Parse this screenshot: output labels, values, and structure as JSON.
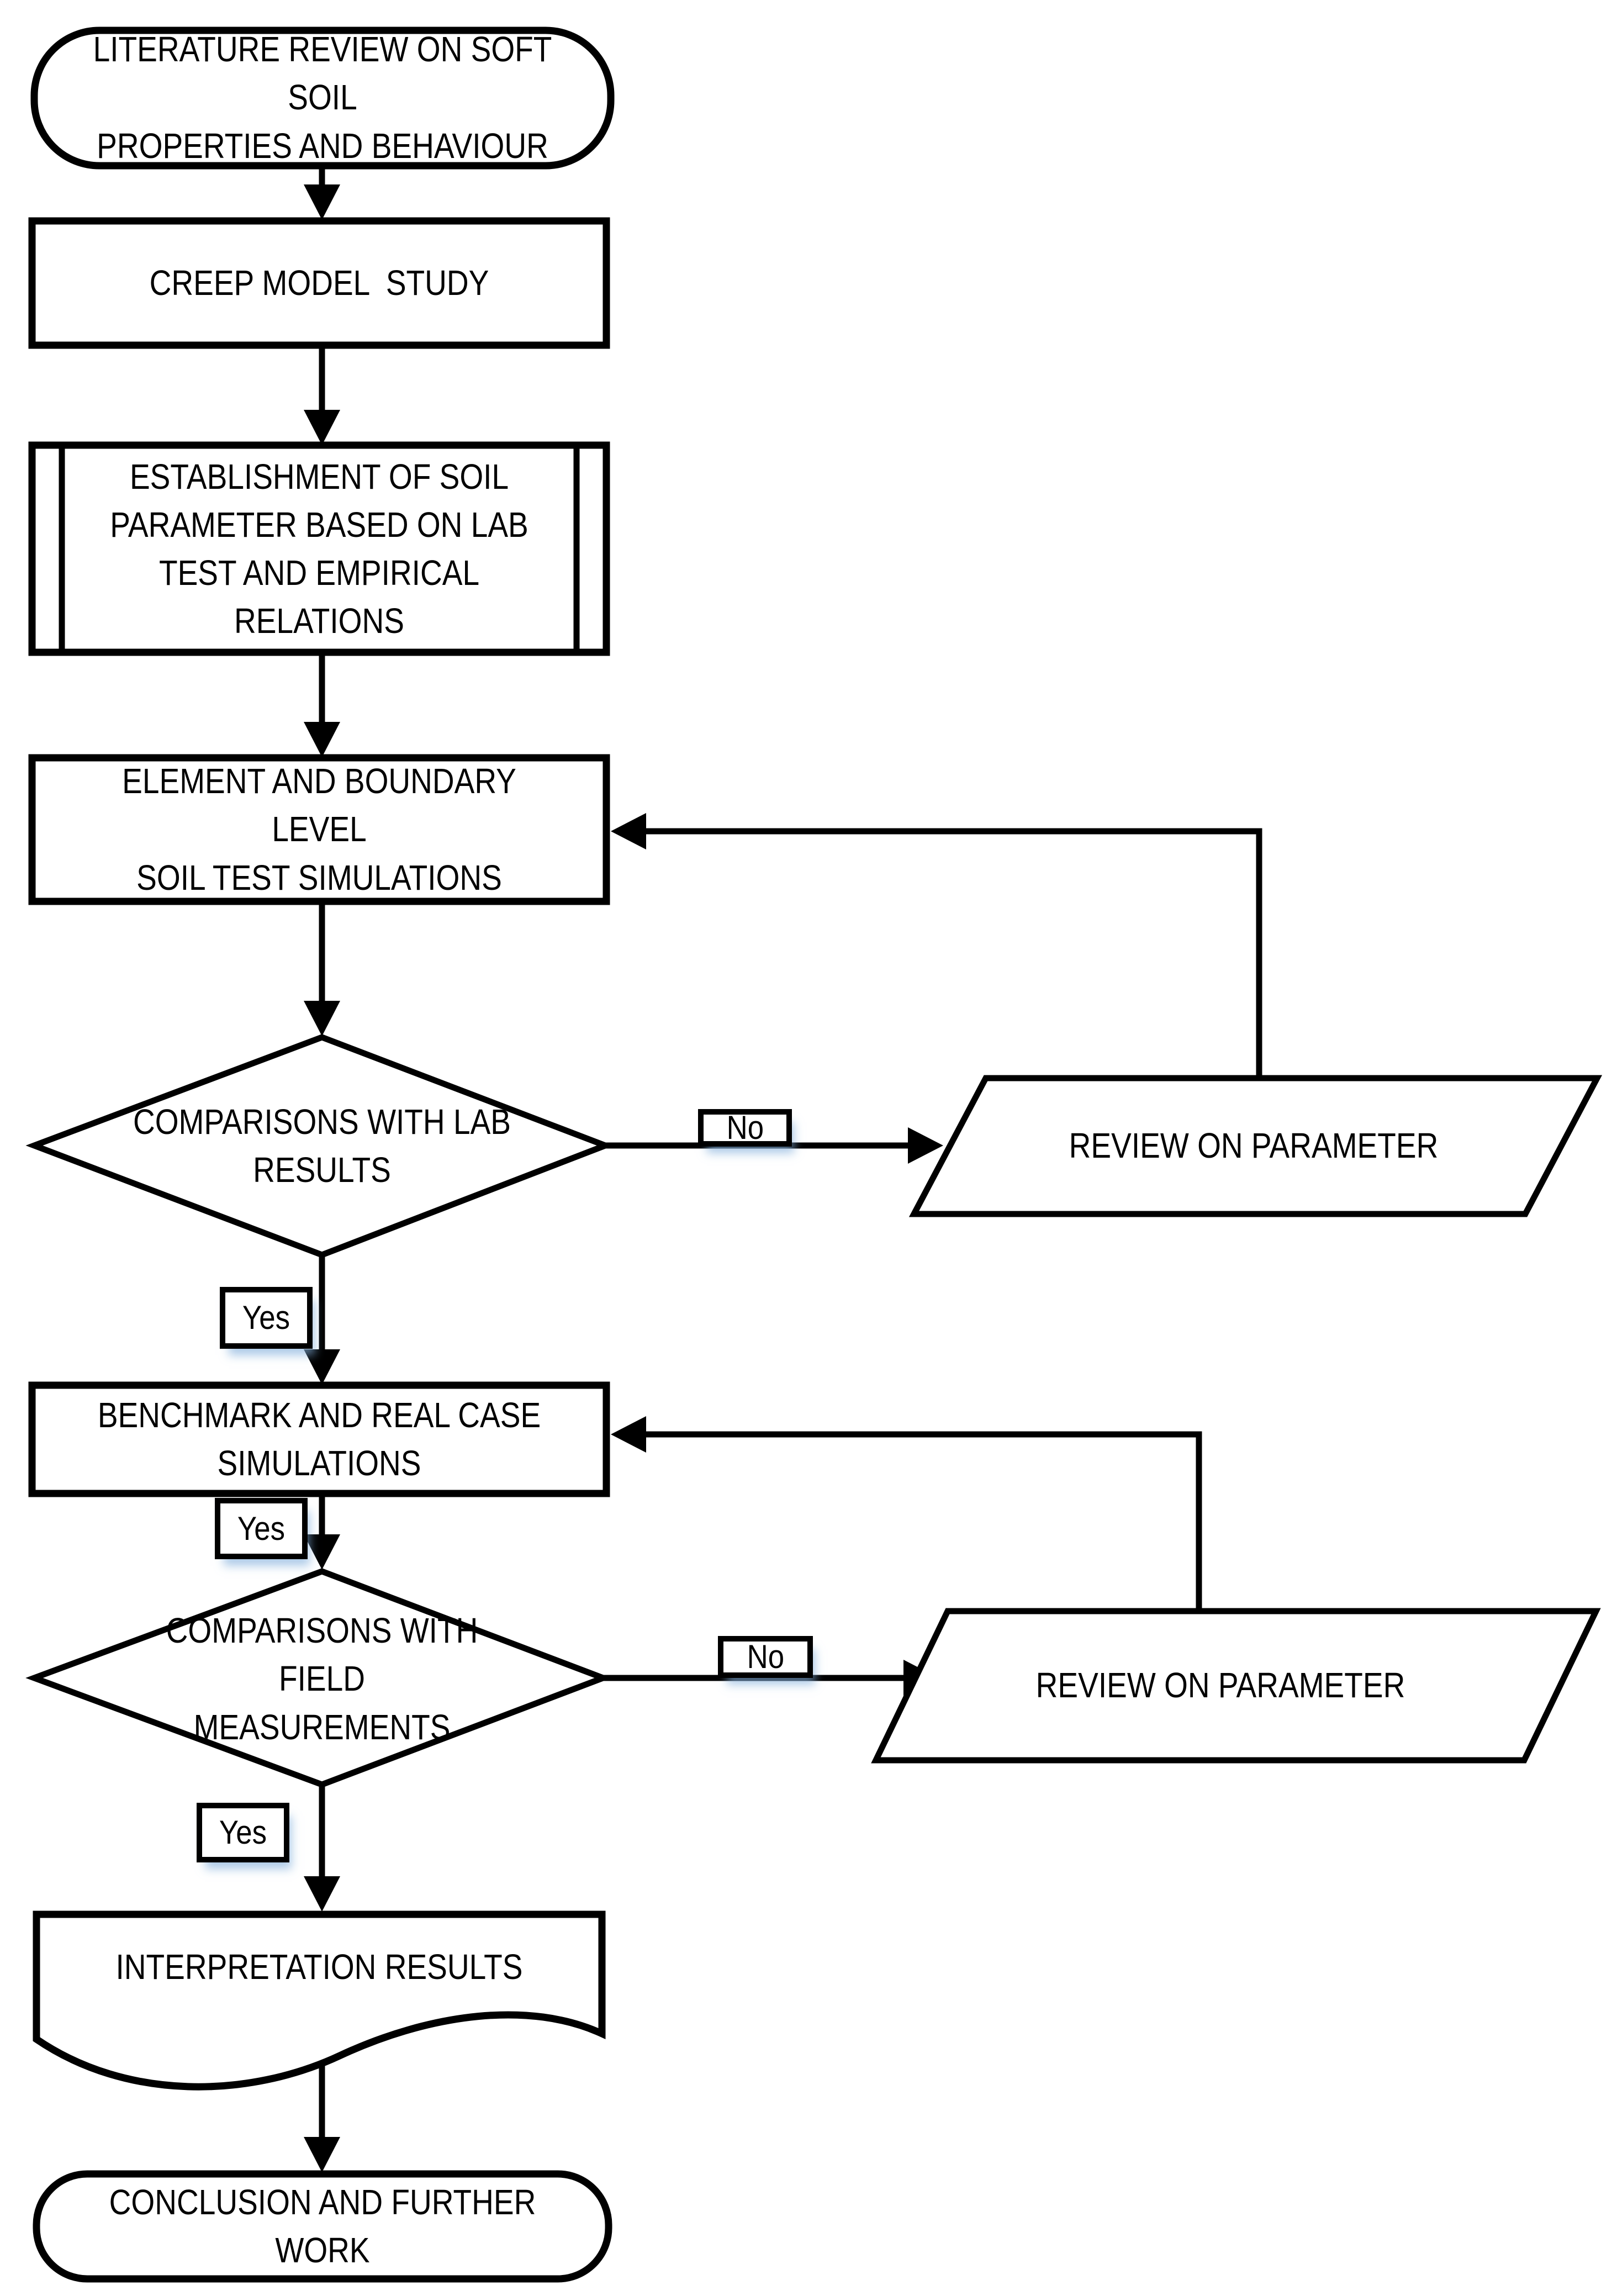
{
  "nodes": {
    "literature_review": {
      "shape": "terminator",
      "label": "LITERATURE REVIEW ON SOFT SOIL\nPROPERTIES AND BEHAVIOUR"
    },
    "creep_model_study": {
      "shape": "process",
      "label": "CREEP MODEL  STUDY"
    },
    "soil_parameter_establishment": {
      "shape": "predefined_process",
      "label": "ESTABLISHMENT OF SOIL\nPARAMETER BASED ON LAB\nTEST AND EMPIRICAL\nRELATIONS"
    },
    "element_boundary_simulations": {
      "shape": "process",
      "label": "ELEMENT AND BOUNDARY LEVEL\nSOIL TEST SIMULATIONS"
    },
    "comparisons_lab": {
      "shape": "decision",
      "label": "COMPARISONS WITH LAB\nRESULTS"
    },
    "review_parameter_1": {
      "shape": "data",
      "label": "REVIEW ON PARAMETER"
    },
    "benchmark_simulations": {
      "shape": "process",
      "label": "BENCHMARK AND REAL CASE\nSIMULATIONS"
    },
    "comparisons_field": {
      "shape": "decision",
      "label": "COMPARISONS WITH FIELD\nMEASUREMENTS"
    },
    "review_parameter_2": {
      "shape": "data",
      "label": "REVIEW ON PARAMETER"
    },
    "interpretation_results": {
      "shape": "document",
      "label": "INTERPRETATION RESULTS"
    },
    "conclusion": {
      "shape": "terminator",
      "label": "CONCLUSION AND FURTHER WORK"
    }
  },
  "edge_labels": {
    "no_lab": "No",
    "yes_lab": "Yes",
    "yes_benchmark": "Yes",
    "no_field": "No",
    "yes_field": "Yes"
  },
  "colors": {
    "line": "#000000",
    "shape_fill": "#ffffff",
    "background": "#ffffff",
    "label_box_shadow": "#a8c8e8"
  }
}
